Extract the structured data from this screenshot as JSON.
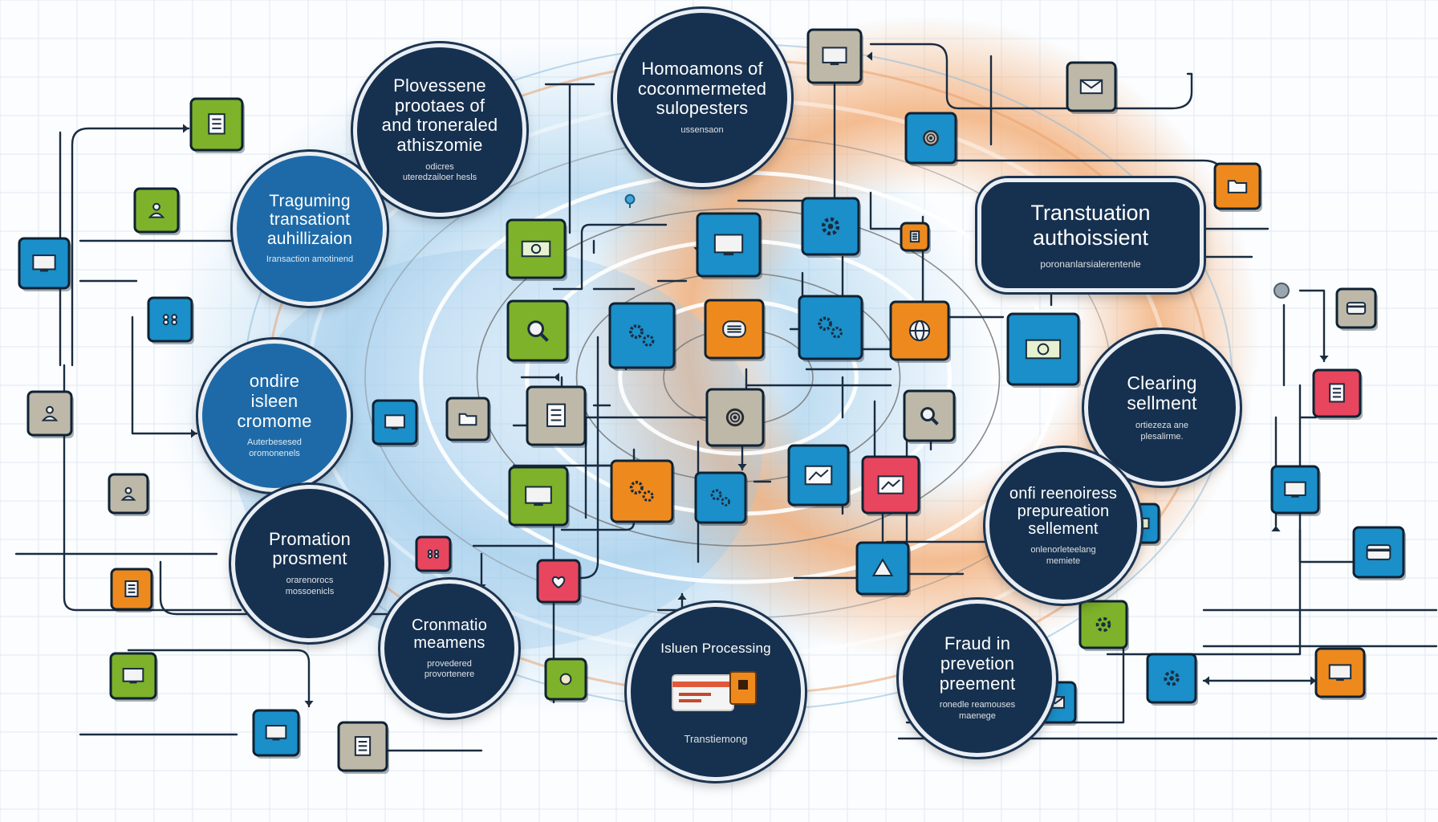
{
  "colors": {
    "navy": "#16314f",
    "blue": "#1e6aa8",
    "cyan": "#1a8fc9",
    "green": "#7db22a",
    "orange": "#ee8a1d",
    "red": "#e8455e",
    "gray": "#bdb8a8",
    "peach": "#f3b07c"
  },
  "nodes": {
    "n1": {
      "title": "Plovessene\nprootaes of\nand troneraled\nathiszomie",
      "subtitle": "odicres\nuteredzailoer hesls"
    },
    "n2": {
      "title": "Homoamons of\ncoconmermeted\nsulopesters",
      "subtitle": "ussensaon"
    },
    "n3": {
      "title": "Traguming\ntransationt\nauhillizaion",
      "subtitle": "Iransaction amotinend"
    },
    "n4": {
      "title": "Transtuation\nauthoissient",
      "subtitle": "poronanlarsialerentenle"
    },
    "n5": {
      "title": "ondire\nisleen\ncromome",
      "subtitle": "Auterbesesed\noromonenels"
    },
    "n6": {
      "title": "Clearing\nsellment",
      "subtitle": "ortiezeza ane\nplesalirme."
    },
    "n7": {
      "title": "Promation\nprosment",
      "subtitle": "orarenorocs\nmossoenicls"
    },
    "n8": {
      "title": "onfi reenoiress\nprepureation\nsellement",
      "subtitle": "onlenorleteelang\nmemiete"
    },
    "n9": {
      "title": "Cronmatio\nmeamens",
      "subtitle": "provedered\nprovortenere"
    },
    "n10": {
      "title": "Isluen Processing",
      "subtitle": "Transtiemong"
    },
    "n11": {
      "title": "Fraud in\nprevetion\npreement",
      "subtitle": "ronedle reamouses\nmaenege"
    }
  }
}
